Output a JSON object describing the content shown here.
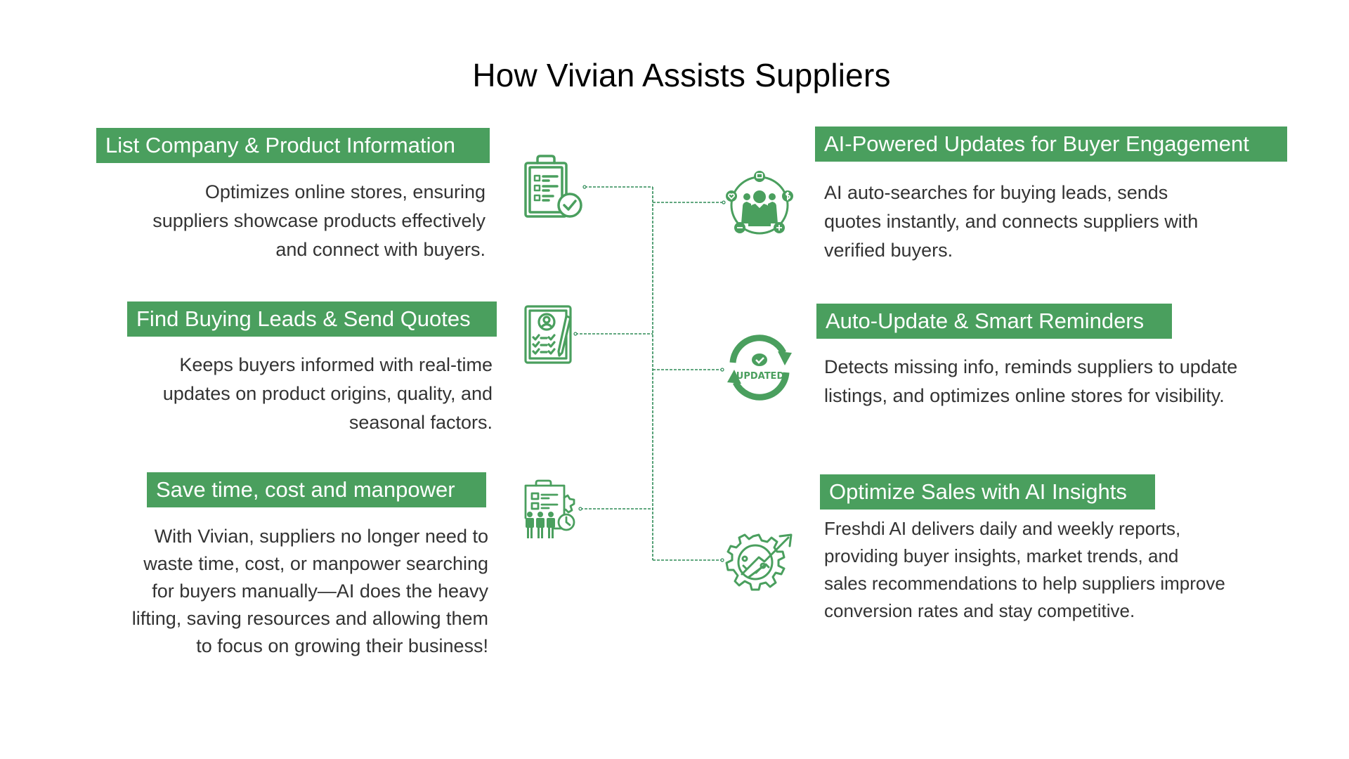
{
  "title": "How Vivian Assists Suppliers",
  "colors": {
    "accent": "#4a9f5e",
    "connector": "#2e8b57",
    "body_text": "#333333",
    "title_text": "#000000"
  },
  "left_features": [
    {
      "heading": "List Company & Product Information",
      "lines": [
        "Optimizes online stores, ensuring",
        "suppliers showcase products effectively",
        "and connect with buyers."
      ],
      "icon": "clipboard-checklist-icon"
    },
    {
      "heading": "Find Buying Leads & Send Quotes",
      "lines": [
        "Keeps buyers informed with real-time",
        "updates on product origins, quality, and",
        "seasonal factors."
      ],
      "icon": "profile-document-icon"
    },
    {
      "heading": "Save time, cost and manpower",
      "lines": [
        "With Vivian, suppliers no longer need to",
        "waste time, cost, or manpower searching",
        "for buyers manually—AI does the heavy",
        "lifting, saving resources and allowing them",
        "to focus on growing their business!"
      ],
      "icon": "team-clipboard-icon"
    }
  ],
  "right_features": [
    {
      "heading": "AI-Powered Updates for Buyer Engagement",
      "lines": [
        "AI auto-searches for buying leads, sends",
        "quotes instantly, and connects suppliers with",
        "verified buyers."
      ],
      "icon": "customer-network-icon"
    },
    {
      "heading": "Auto-Update & Smart Reminders",
      "lines": [
        "Detects missing info, reminds suppliers to update",
        "listings, and optimizes online stores for visibility."
      ],
      "icon": "updated-cycle-icon",
      "icon_label": "UPDATED"
    },
    {
      "heading": "Optimize Sales with AI Insights",
      "lines": [
        "Freshdi AI delivers daily and weekly reports,",
        "providing buyer insights, market trends, and",
        "sales recommendations to help suppliers improve",
        "conversion rates and stay competitive."
      ],
      "icon": "gear-growth-icon"
    }
  ]
}
